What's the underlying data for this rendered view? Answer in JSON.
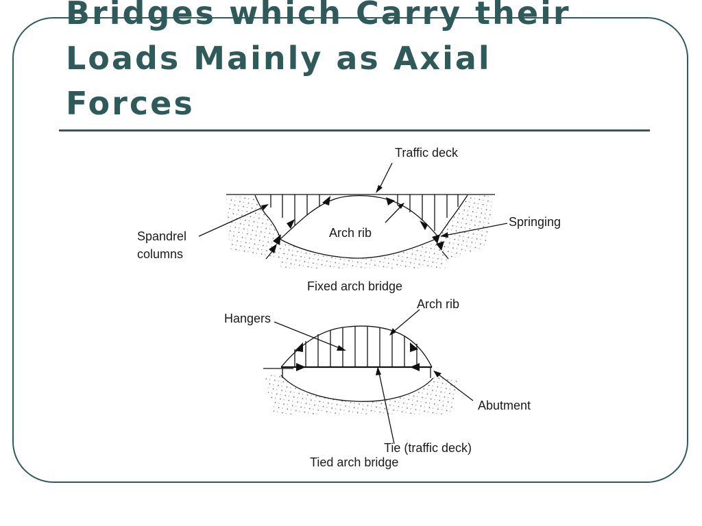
{
  "slide": {
    "title_lines": [
      "Bridges which Carry their",
      "Loads Mainly as Axial",
      "Forces"
    ]
  },
  "diagram": {
    "fixed_arch": {
      "caption": "Fixed arch bridge",
      "labels": {
        "traffic_deck": "Traffic deck",
        "spandrel_line1": "Spandrel",
        "spandrel_line2": "columns",
        "arch_rib": "Arch rib",
        "springing": "Springing"
      }
    },
    "tied_arch": {
      "caption": "Tied arch bridge",
      "labels": {
        "hangers": "Hangers",
        "arch_rib": "Arch rib",
        "abutment": "Abutment",
        "tie": "Tie (traffic deck)"
      }
    }
  }
}
